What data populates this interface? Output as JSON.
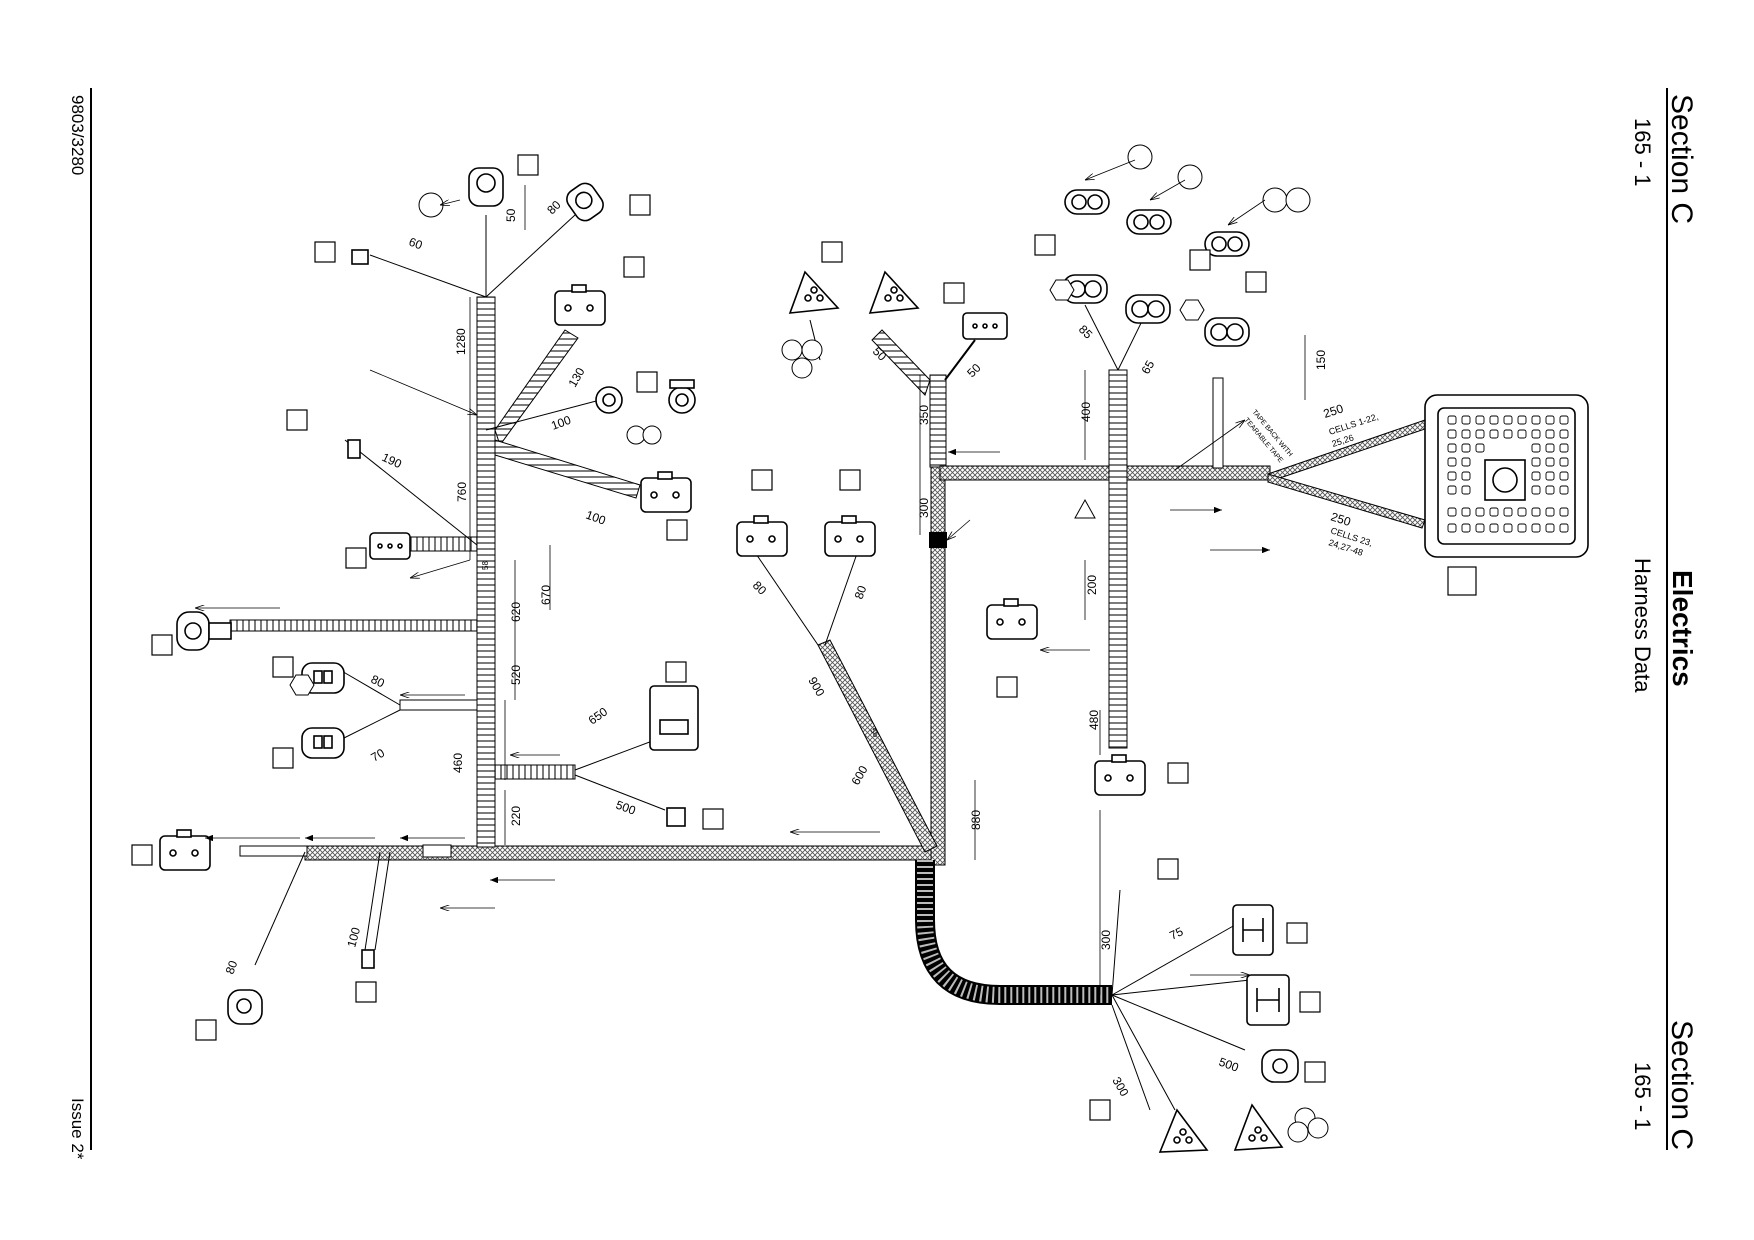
{
  "header": {
    "section": "Section C",
    "page": "165 - 1",
    "title": "Electrics",
    "subtitle": "Harness Data"
  },
  "footer": {
    "document_number": "9803/3280",
    "issue": "Issue 2*"
  },
  "diagram": {
    "dimensions": [
      "60",
      "50",
      "80",
      "1280",
      "130",
      "100",
      "190",
      "760",
      "100",
      "620",
      "670",
      "520",
      "80",
      "70",
      "460",
      "650",
      "220",
      "500",
      "100",
      "80",
      "50",
      "50",
      "350",
      "300",
      "80",
      "80",
      "900",
      "600",
      "880",
      "85",
      "65",
      "400",
      "150",
      "200",
      "480",
      "300",
      "75",
      "300",
      "500"
    ],
    "ecu_labels": {
      "branch_a_length": "250",
      "branch_a_cells": "CELLS 1-22,",
      "branch_a_cells_2": "25,26",
      "branch_b_length": "250",
      "branch_b_cells": "CELLS 23,",
      "branch_b_cells_2": "24,27-48",
      "tape_note": "TAPE BACK WITH",
      "tape_note_2": "TEARABLE TAPE"
    },
    "connector_codes": [
      "58",
      "56"
    ]
  }
}
